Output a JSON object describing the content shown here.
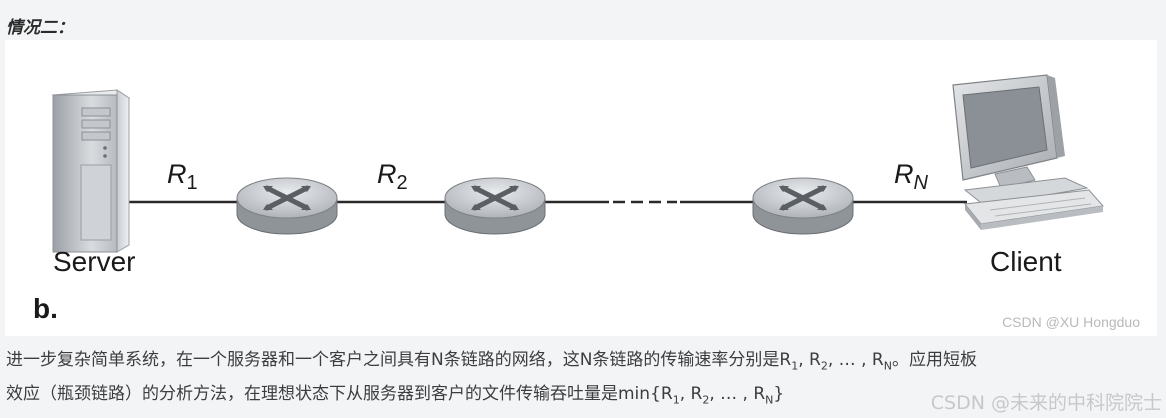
{
  "heading": "情况二：",
  "diagram": {
    "server_label": "Server",
    "client_label": "Client",
    "panel_label": "b.",
    "link_labels": [
      {
        "base": "R",
        "sub": "1"
      },
      {
        "base": "R",
        "sub": "2"
      },
      {
        "base": "R",
        "sub": "N"
      }
    ],
    "ellipsis": "- - - -",
    "watermark": "CSDN @XU Hongduo"
  },
  "paragraph": {
    "line1_a": "进一步复杂简单系统，在一个服务器和一个客户之间具有N条链路的网络，这N条链路的传输速率分别是R",
    "sub1": "1",
    "sep1": ", R",
    "sub2": "2",
    "sep2": ", … , R",
    "subN": "N",
    "line1_b": "。应用短板",
    "line2_a": "效应（瓶颈链路）的分析方法，在理想状态下从服务器到客户的文件传输吞吐量是min{R",
    "sub3": "1",
    "sep3": ", R",
    "sub4": "2",
    "sep4": ", … , R",
    "subN2": "N",
    "line2_b": "}"
  },
  "watermark_outer": "CSDN @未来的中科院院士"
}
